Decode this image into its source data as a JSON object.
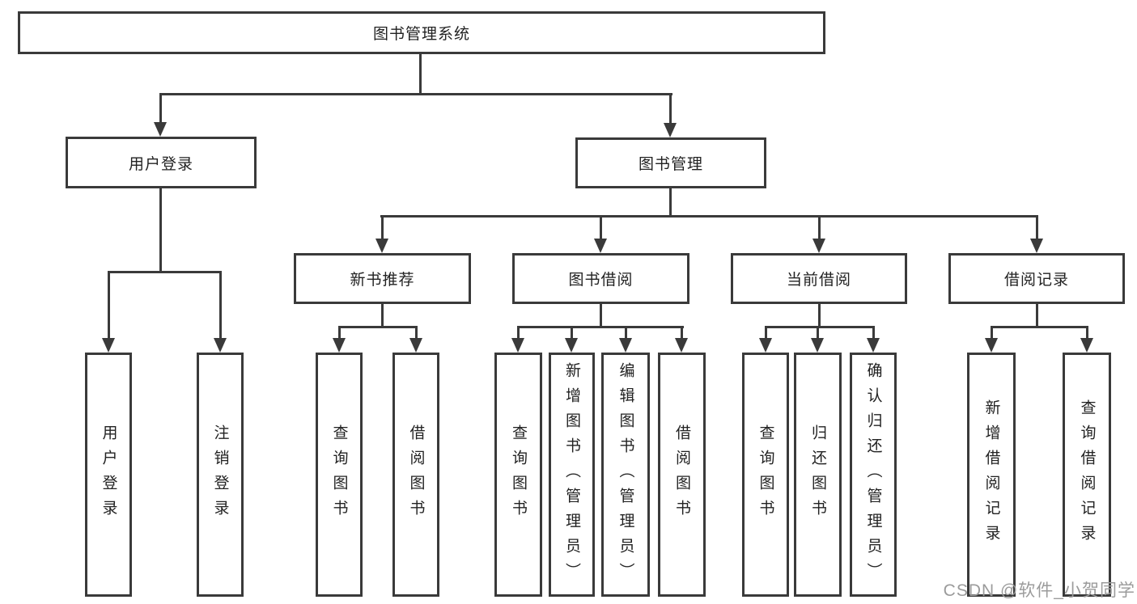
{
  "diagram": {
    "root": {
      "label": "图书管理系统"
    },
    "branches": [
      {
        "label": "用户登录",
        "children": [
          "用户登录",
          "注销登录"
        ]
      },
      {
        "label": "图书管理",
        "groups": [
          {
            "label": "新书推荐",
            "children": [
              "查询图书",
              "借阅图书"
            ]
          },
          {
            "label": "图书借阅",
            "children": [
              "查询图书",
              "新增图书（管理员）",
              "编辑图书（管理员）",
              "借阅图书"
            ]
          },
          {
            "label": "当前借阅",
            "children": [
              "查询图书",
              "归还图书",
              "确认归还（管理员）"
            ]
          },
          {
            "label": "借阅记录",
            "children": [
              "新增借阅记录",
              "查询借阅记录"
            ]
          }
        ]
      }
    ]
  },
  "watermark": {
    "text": "CSDN @软件_小贺同学",
    "color": "#9b9b9b"
  },
  "colors": {
    "line": "#3a3a3a",
    "text": "#222222",
    "background": "#ffffff"
  }
}
